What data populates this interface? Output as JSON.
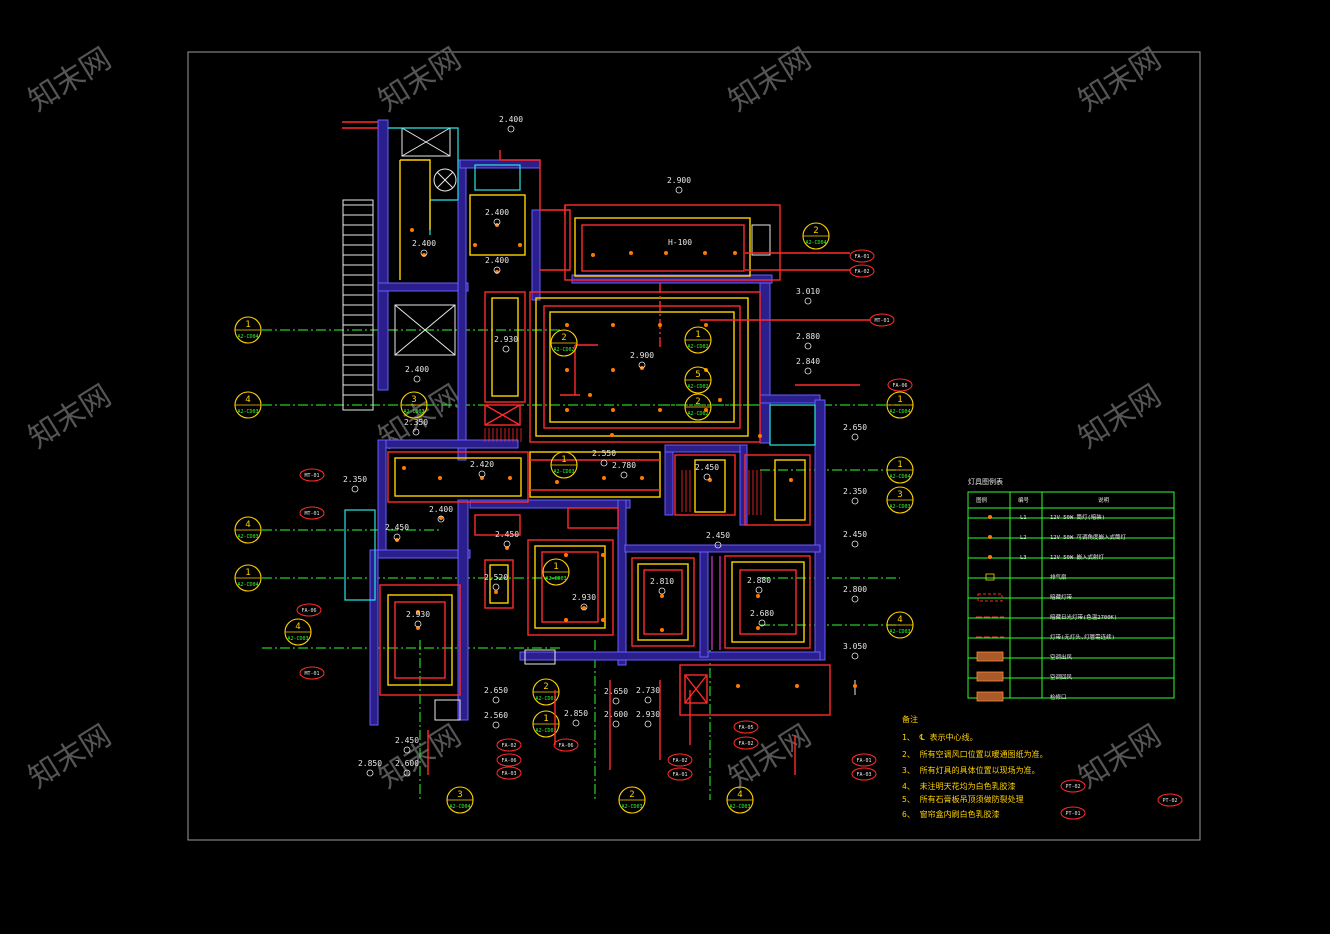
{
  "watermark": "知末网",
  "levels": [
    "2.400",
    "2.400",
    "2.400",
    "2.400",
    "2.900",
    "3.010",
    "2.880",
    "2.840",
    "2.900",
    "2.930",
    "2.400",
    "2.350",
    "2.420",
    "2.350",
    "2.550",
    "2.780",
    "2.450",
    "2.650",
    "2.350",
    "2.400",
    "2.450",
    "2.450",
    "2.450",
    "2.930",
    "2.520",
    "2.930",
    "2.810",
    "2.880",
    "2.680",
    "2.450",
    "2.800",
    "3.050",
    "2.650",
    "2.560",
    "2.850",
    "2.650",
    "2.600",
    "2.730",
    "2.930",
    "2.450",
    "2.850",
    "2.600"
  ],
  "room_label": "H-100",
  "callouts": [
    {
      "num": "2",
      "sub": "A2-CD04"
    },
    {
      "num": "1",
      "sub": "A2-CD04"
    },
    {
      "num": "4",
      "sub": "A2-CD03"
    },
    {
      "num": "3",
      "sub": "A2-CD03"
    },
    {
      "num": "2",
      "sub": "A2-CD02"
    },
    {
      "num": "1",
      "sub": "A2-CD02"
    },
    {
      "num": "5",
      "sub": "A2-CD02"
    },
    {
      "num": "2",
      "sub": "A2-CD02"
    },
    {
      "num": "1",
      "sub": "A2-CD04"
    },
    {
      "num": "1",
      "sub": "A2-CD04"
    },
    {
      "num": "3",
      "sub": "A2-CD03"
    },
    {
      "num": "4",
      "sub": "A2-CD03"
    },
    {
      "num": "1",
      "sub": "A2-CD03"
    },
    {
      "num": "4",
      "sub": "A2-CD03"
    },
    {
      "num": "1",
      "sub": "A2-CD04"
    },
    {
      "num": "1",
      "sub": "A2-CD03"
    },
    {
      "num": "4",
      "sub": "A2-CD03"
    },
    {
      "num": "2",
      "sub": "A2-CD02"
    },
    {
      "num": "1",
      "sub": "A2-CD02"
    },
    {
      "num": "3",
      "sub": "A2-CD04"
    },
    {
      "num": "2",
      "sub": "A2-CD03"
    },
    {
      "num": "4",
      "sub": "A2-CD03"
    }
  ],
  "tags": [
    "FA-01",
    "FA-02",
    "MT-01",
    "FA-06",
    "MT-01",
    "MT-01",
    "FA-06",
    "MT-01",
    "FA-06",
    "FA-06",
    "FA-03",
    "FA-02",
    "FA-01",
    "FA-05",
    "FA-02",
    "FA-01",
    "FA-03",
    "FA-02",
    "PT-02",
    "PT-01",
    "PT-02"
  ],
  "legend": {
    "title": "灯具图例表",
    "headers": [
      "图例",
      "编号",
      "说明"
    ],
    "rows": [
      {
        "code": "L1",
        "desc": "12V 50W 筒灯(暗装)"
      },
      {
        "code": "L2",
        "desc": "12V 50W 可调角度嵌入式筒灯"
      },
      {
        "code": "L3",
        "desc": "12V 50W 嵌入式射灯"
      },
      {
        "code": "",
        "desc": "排气扇"
      },
      {
        "code": "",
        "desc": "暗藏灯带"
      },
      {
        "code": "",
        "desc": "暗藏日光灯带(色温2700K)"
      },
      {
        "code": "",
        "desc": "灯带(无灯头,灯管需连续)"
      },
      {
        "code": "",
        "desc": "空调出风"
      },
      {
        "code": "",
        "desc": "空调回风"
      },
      {
        "code": "",
        "desc": "检修口"
      }
    ]
  },
  "notes": {
    "title": "备注",
    "lines": [
      "1、 ℄ 表示中心线。",
      "2、 所有空调风口位置以暖通图纸为准。",
      "3、 所有灯具的具体位置以现场为准。",
      "4、 未注明天花均为白色乳胶漆",
      "5、 所有石膏板吊顶须做防裂处理",
      "6、 窗帘盒内刷白色乳胶漆"
    ]
  },
  "colors": {
    "wall": "#2a1f8c",
    "ceiling": "#ffd200",
    "cove": "#ff2a2a",
    "grid": "#2cff2c"
  }
}
